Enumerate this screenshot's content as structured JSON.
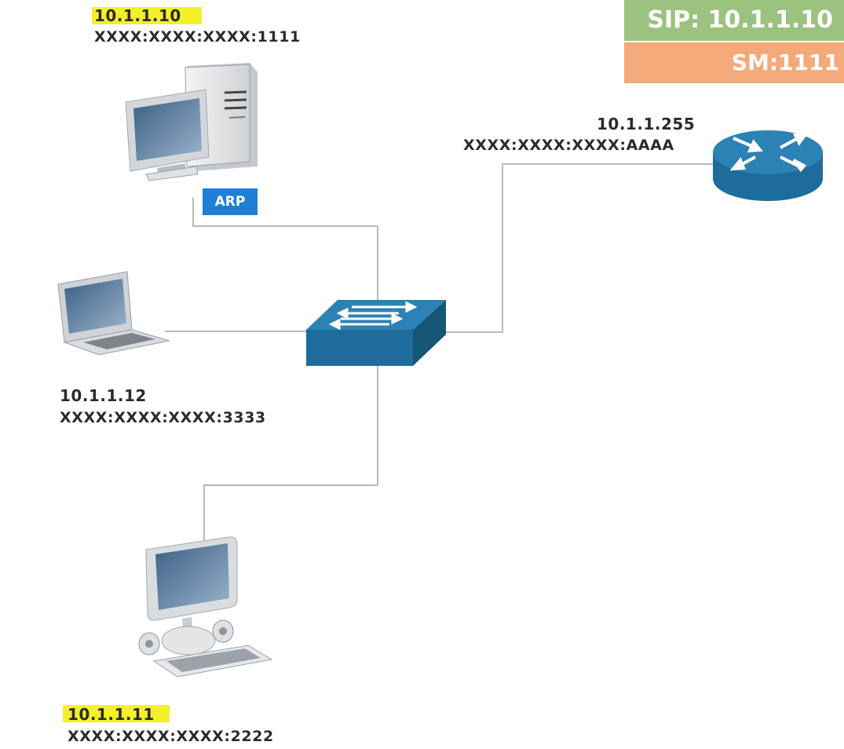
{
  "hosts": {
    "top_pc": {
      "ip": "10.1.1.10",
      "mac": "XXXX:XXXX:XXXX:1111"
    },
    "laptop": {
      "ip": "10.1.1.12",
      "mac": "XXXX:XXXX:XXXX:3333"
    },
    "bottom_pc": {
      "ip": "10.1.1.11",
      "mac": "XXXX:XXXX:XXXX:2222"
    },
    "router": {
      "ip": "10.1.1.255",
      "mac": "XXXX:XXXX:XXXX:AAAA"
    }
  },
  "legend": {
    "sip": "SIP: 10.1.1.10",
    "sm": "SM:1111"
  },
  "arp_badge": "ARP",
  "colors": {
    "highlight": "#f3f02a",
    "sip_bg": "#9bc27e",
    "sm_bg": "#f4a97a",
    "arp_bg": "#1f7fd6",
    "network_blue": "#1d6c9b",
    "link": "#b9b9b9"
  }
}
